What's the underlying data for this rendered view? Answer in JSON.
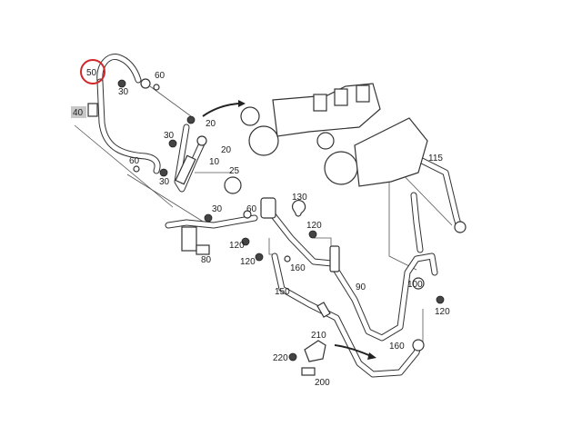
{
  "diagram": {
    "title": "Turbocharger oil supply and return lines",
    "highlight_color": "#d0282a",
    "highlighted_part": "50",
    "boxed_part": "40",
    "labels": [
      "50",
      "60",
      "30",
      "40",
      "20",
      "30",
      "20",
      "60",
      "10",
      "30",
      "25",
      "115",
      "130",
      "30",
      "60",
      "120",
      "120",
      "120",
      "160",
      "80",
      "150",
      "90",
      "100",
      "120",
      "210",
      "220",
      "160",
      "200"
    ]
  }
}
